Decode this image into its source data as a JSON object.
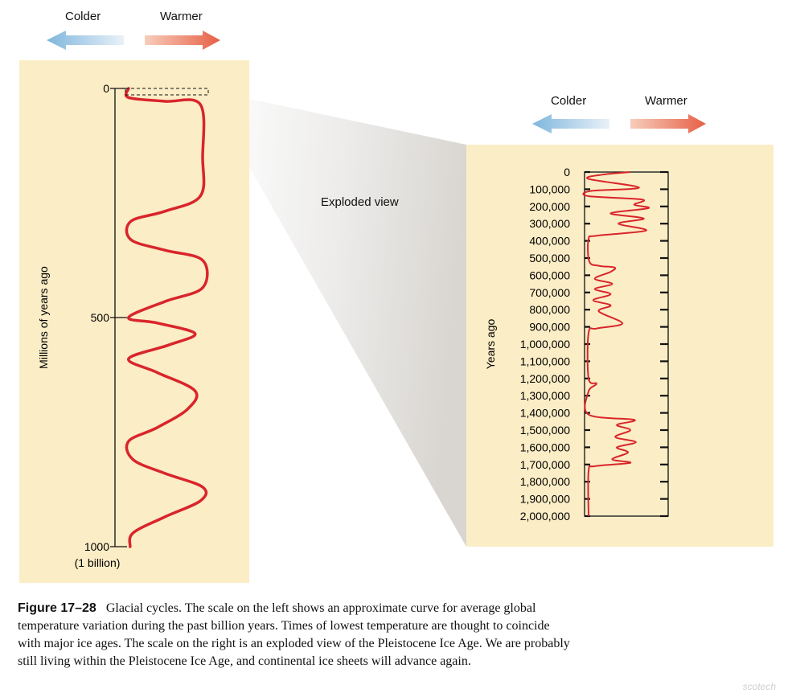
{
  "legend": {
    "colder": "Colder",
    "warmer": "Warmer"
  },
  "exploded_label": "Exploded view",
  "colors": {
    "panel": "#fbedc6",
    "curve": "#d9252b",
    "colder_arrow": "#8fbfe0",
    "warmer_arrow": "#e8735a"
  },
  "caption": {
    "figure": "Figure 17–28",
    "text": "Glacial cycles. The scale on the left shows an approximate curve for average global temperature variation during the past billion years. Times of lowest temperature are thought to coincide with major ice ages. The scale on the right is an exploded view of the Pleistocene Ice Age. We are probably still living within the Pleistocene Ice Age, and continental ice sheets will advance again."
  },
  "watermark": "scotech",
  "chart_data": [
    {
      "type": "line",
      "ylabel": "Millions of years ago",
      "xlabel": "",
      "ylim": [
        0,
        1000
      ],
      "y_inverted": true,
      "x_scale": "relative temperature (0 = coldest, 1 = warmest)",
      "yticks": [
        {
          "value": 0,
          "label": "0"
        },
        {
          "value": 500,
          "label": "500"
        },
        {
          "value": 1000,
          "label": "1000"
        }
      ],
      "sub_tick_label": "(1 billion)",
      "series": [
        {
          "points": [
            [
              0,
              0.02
            ],
            [
              20,
              0.02
            ],
            [
              28,
              0.5
            ],
            [
              35,
              0.97
            ],
            [
              150,
              1.0
            ],
            [
              235,
              0.97
            ],
            [
              268,
              0.5
            ],
            [
              290,
              0.05
            ],
            [
              330,
              0.05
            ],
            [
              353,
              0.5
            ],
            [
              375,
              1.0
            ],
            [
              435,
              1.0
            ],
            [
              465,
              0.5
            ],
            [
              500,
              0.02
            ],
            [
              512,
              0.4
            ],
            [
              535,
              0.9
            ],
            [
              560,
              0.55
            ],
            [
              590,
              0.02
            ],
            [
              620,
              0.4
            ],
            [
              660,
              0.9
            ],
            [
              700,
              0.8
            ],
            [
              740,
              0.4
            ],
            [
              770,
              0.02
            ],
            [
              810,
              0.08
            ],
            [
              840,
              0.5
            ],
            [
              870,
              1.0
            ],
            [
              900,
              0.97
            ],
            [
              935,
              0.5
            ],
            [
              970,
              0.08
            ],
            [
              1000,
              0.04
            ]
          ]
        }
      ]
    },
    {
      "type": "line",
      "ylabel": "Years ago",
      "xlabel": "",
      "ylim": [
        0,
        2000000
      ],
      "y_inverted": true,
      "x_scale": "relative temperature (0 = coldest, 1 = warmest)",
      "yticks": [
        "0",
        "100,000",
        "200,000",
        "300,000",
        "400,000",
        "500,000",
        "600,000",
        "700,000",
        "800,000",
        "900,000",
        "1,000,000",
        "1,100,000",
        "1,200,000",
        "1,300,000",
        "1,400,000",
        "1,500,000",
        "1,600,000",
        "1,700,000",
        "1,800,000",
        "1,900,000",
        "2,000,000"
      ],
      "series": [
        {
          "points": [
            [
              0,
              0.55
            ],
            [
              15000,
              0.2
            ],
            [
              40000,
              0.02
            ],
            [
              90000,
              0.66
            ],
            [
              110000,
              0.05
            ],
            [
              140000,
              0.02
            ],
            [
              160000,
              0.7
            ],
            [
              190000,
              0.6
            ],
            [
              210000,
              0.78
            ],
            [
              240000,
              0.3
            ],
            [
              270000,
              0.72
            ],
            [
              300000,
              0.4
            ],
            [
              340000,
              0.75
            ],
            [
              370000,
              0.12
            ],
            [
              390000,
              0.02
            ],
            [
              520000,
              0.03
            ],
            [
              545000,
              0.15
            ],
            [
              555000,
              0.35
            ],
            [
              580000,
              0.3
            ],
            [
              620000,
              0.1
            ],
            [
              650000,
              0.32
            ],
            [
              680000,
              0.1
            ],
            [
              710000,
              0.3
            ],
            [
              745000,
              0.08
            ],
            [
              775000,
              0.3
            ],
            [
              810000,
              0.15
            ],
            [
              880000,
              0.45
            ],
            [
              910000,
              0.12
            ],
            [
              935000,
              0.02
            ],
            [
              1200000,
              0.02
            ],
            [
              1230000,
              0.12
            ],
            [
              1275000,
              0.02
            ],
            [
              1410000,
              0.02
            ],
            [
              1440000,
              0.6
            ],
            [
              1470000,
              0.38
            ],
            [
              1500000,
              0.55
            ],
            [
              1540000,
              0.36
            ],
            [
              1570000,
              0.62
            ],
            [
              1600000,
              0.38
            ],
            [
              1630000,
              0.52
            ],
            [
              1670000,
              0.32
            ],
            [
              1690000,
              0.55
            ],
            [
              1710000,
              0.1
            ],
            [
              1740000,
              0.02
            ],
            [
              2000000,
              0.02
            ]
          ]
        }
      ]
    }
  ]
}
